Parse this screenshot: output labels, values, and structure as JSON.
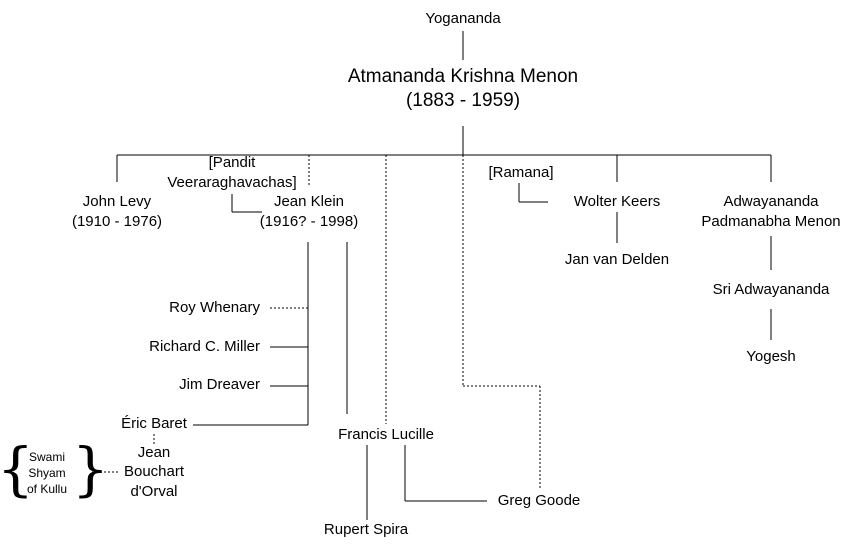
{
  "nodes": {
    "yogananda": "Yogananda",
    "atmananda_name": "Atmananda Krishna Menon",
    "atmananda_years": "(1883 - 1959)",
    "pandit_1": "[Pandit",
    "pandit_2": "Veeraraghavachas]",
    "john_levy_name": "John Levy",
    "john_levy_years": "(1910 - 1976)",
    "jean_klein_name": "Jean Klein",
    "jean_klein_years": "(1916? - 1998)",
    "ramana": "[Ramana]",
    "wolter_keers": "Wolter Keers",
    "jan_van_delden": "Jan van Delden",
    "adwayananda_1": "Adwayananda",
    "adwayananda_2": "Padmanabha Menon",
    "sri_adwayananda": "Sri Adwayananda",
    "yogesh": "Yogesh",
    "roy_whenary": "Roy Whenary",
    "richard_miller": "Richard C. Miller",
    "jim_dreaver": "Jim Dreaver",
    "eric_baret": "Éric Baret",
    "jean_bouchart_1": "Jean",
    "jean_bouchart_2": "Bouchart",
    "jean_bouchart_3": "d'Orval",
    "swami_1": "Swami",
    "swami_2": "Shyam",
    "swami_3": "of Kullu",
    "francis_lucille": "Francis Lucille",
    "rupert_spira": "Rupert Spira",
    "greg_goode": "Greg Goode"
  },
  "colors": {
    "line": "#000000",
    "text": "#000000",
    "background": "#ffffff"
  },
  "line_styles": [
    "solid",
    "dotted"
  ]
}
